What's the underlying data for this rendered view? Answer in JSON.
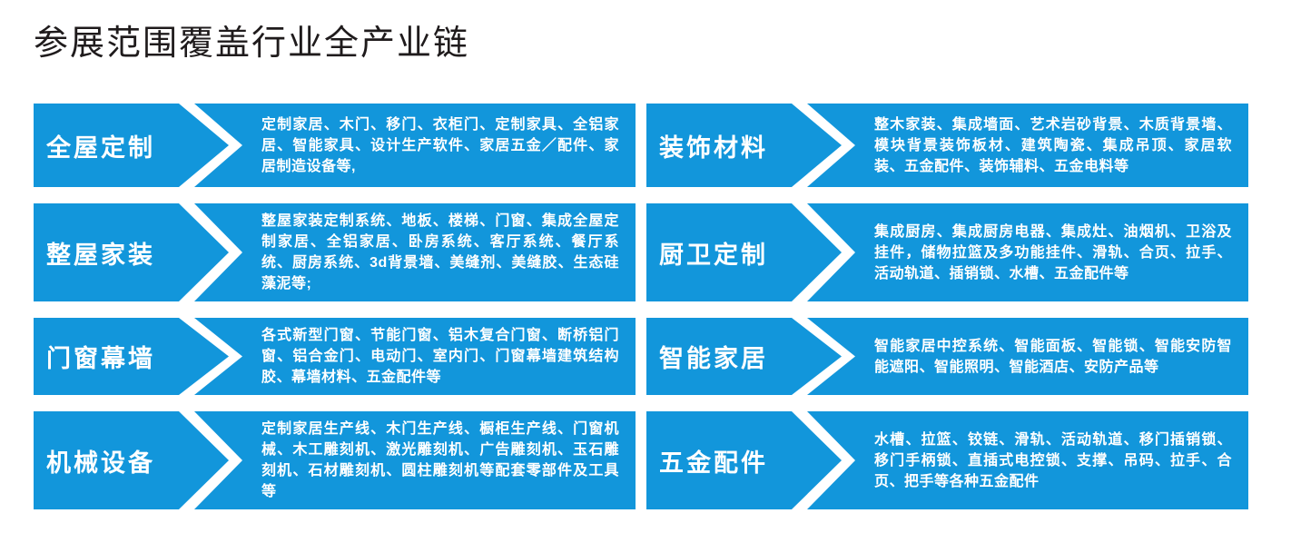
{
  "title": "参展范围覆盖行业全产业链",
  "colors": {
    "accent_blue": "#1296db",
    "title_text": "#1f1b1c",
    "box_text": "#ffffff"
  },
  "rows": [
    {
      "label": "全屋定制",
      "text": "定制家居、木门、移门、衣柜门、定制家具、全铝家居、智能家具、设计生产软件、家居五金／配件、家居制造设备等,"
    },
    {
      "label": "装饰材料",
      "text": "整木家装、集成墙面、艺术岩砂背景、木质背景墙、模块背景装饰板材、建筑陶瓷、集成吊顶、家居软装、五金配件、装饰辅料、五金电料等"
    },
    {
      "label": "整屋家装",
      "text": "整屋家装定制系统、地板、楼梯、门窗、集成全屋定制家居、全铝家居、卧房系统、客厅系统、餐厅系统、厨房系统、3d背景墙、美缝剂、美缝胶、生态硅藻泥等;"
    },
    {
      "label": "厨卫定制",
      "text": "集成厨房、集成厨房电器、集成灶、油烟机、卫浴及挂件，储物拉篮及多功能挂件、滑轨、合页、拉手、活动轨道、插销锁、水槽、五金配件等"
    },
    {
      "label": "门窗幕墙",
      "text": "各式新型门窗、节能门窗、铝木复合门窗、断桥铝门窗、铝合金门、电动门、室内门、门窗幕墙建筑结构胶、幕墙材料、五金配件等"
    },
    {
      "label": "智能家居",
      "text": "智能家居中控系统、智能面板、智能锁、智能安防智能遮阳、智能照明、智能酒店、安防产品等"
    },
    {
      "label": "机械设备",
      "text": "定制家居生产线、木门生产线、橱柜生产线、门窗机械、木工雕刻机、激光雕刻机、广告雕刻机、玉石雕刻机、石材雕刻机、圆柱雕刻机等配套零部件及工具等"
    },
    {
      "label": "五金配件",
      "text": "水槽、拉篮、铰链、滑轨、活动轨道、移门插销锁、移门手柄锁、直插式电控锁、支撑、吊码、拉手、合页、把手等各种五金配件"
    }
  ]
}
